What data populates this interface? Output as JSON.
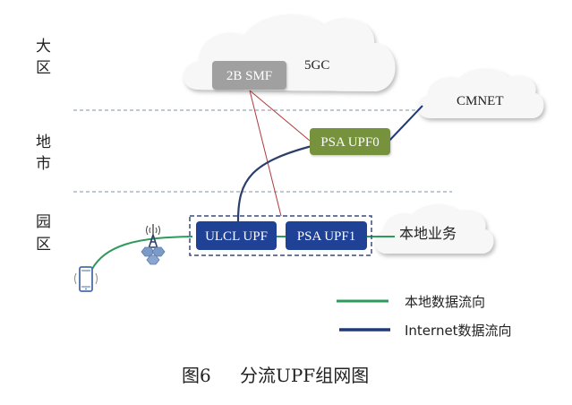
{
  "zones": [
    {
      "id": "region",
      "label_line1": "大",
      "label_line2": "区"
    },
    {
      "id": "city",
      "label_line1": "地",
      "label_line2": "市"
    },
    {
      "id": "campus",
      "label_line1": "园",
      "label_line2": "区"
    }
  ],
  "clouds": {
    "core": {
      "label": "5GC"
    },
    "internet": {
      "label": "CMNET"
    },
    "local": {
      "label": "本地业务"
    }
  },
  "nodes": {
    "smf": {
      "label": "2B SMF",
      "color": "#a0a0a0"
    },
    "psa_upf0": {
      "label": "PSA UPF0",
      "color": "#76923c"
    },
    "ulcl_upf": {
      "label": "ULCL UPF",
      "color": "#1f4196"
    },
    "psa_upf1": {
      "label": "PSA UPF1",
      "color": "#1f4196"
    }
  },
  "legend": {
    "items": [
      {
        "label": "本地数据流向",
        "color": "#2e9a5c"
      },
      {
        "label": "Internet数据流向",
        "color": "#1f3a7a"
      }
    ]
  },
  "colors": {
    "control_line": "#b03a3a",
    "local_flow": "#2e9a5c",
    "internet_flow": "#1f3a7a",
    "divider": "#9aa7b8",
    "group_border": "#3a4a7a"
  },
  "caption": {
    "figure": "图6",
    "title": "分流UPF组网图"
  },
  "devices": {
    "terminal": "mobile-phone",
    "base_station": "cell-tower"
  }
}
